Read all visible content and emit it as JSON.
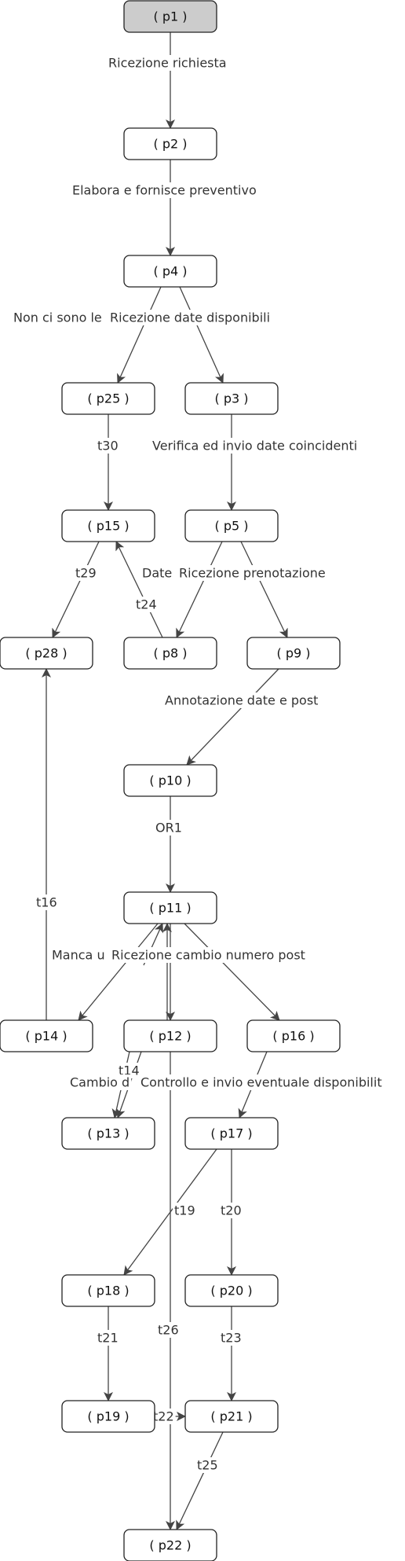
{
  "diagram": {
    "nodes": [
      {
        "id": "p1",
        "label": "( p1 )",
        "start": true
      },
      {
        "id": "p2",
        "label": "( p2 )"
      },
      {
        "id": "p4",
        "label": "( p4 )"
      },
      {
        "id": "p25",
        "label": "( p25 )"
      },
      {
        "id": "p3",
        "label": "( p3 )"
      },
      {
        "id": "p15",
        "label": "( p15 )"
      },
      {
        "id": "p5",
        "label": "( p5 )"
      },
      {
        "id": "p28",
        "label": "( p28 )"
      },
      {
        "id": "p8",
        "label": "( p8 )"
      },
      {
        "id": "p9",
        "label": "( p9 )"
      },
      {
        "id": "p10",
        "label": "( p10 )"
      },
      {
        "id": "p11",
        "label": "( p11 )"
      },
      {
        "id": "p14",
        "label": "( p14 )"
      },
      {
        "id": "p12",
        "label": "( p12 )"
      },
      {
        "id": "p16",
        "label": "( p16 )"
      },
      {
        "id": "p13",
        "label": "( p13 )"
      },
      {
        "id": "p17",
        "label": "( p17 )"
      },
      {
        "id": "p18",
        "label": "( p18 )"
      },
      {
        "id": "p20",
        "label": "( p20 )"
      },
      {
        "id": "p19",
        "label": "( p19 )"
      },
      {
        "id": "p21",
        "label": "( p21 )"
      },
      {
        "id": "p22",
        "label": "( p22 )"
      }
    ],
    "edges": [
      {
        "from": "p1",
        "to": "p2",
        "label": "Ricezione richiesta"
      },
      {
        "from": "p2",
        "to": "p4",
        "label": "Elabora e fornisce preventivo"
      },
      {
        "from": "p4",
        "to": "p25",
        "label": "Non ci sono le"
      },
      {
        "from": "p4",
        "to": "p3",
        "label": "Ricezione date disponibili"
      },
      {
        "from": "p25",
        "to": "p15",
        "label": "t30"
      },
      {
        "from": "p3",
        "to": "p5",
        "label": "Verifica ed invio date coincidenti"
      },
      {
        "from": "p15",
        "to": "p28",
        "label": "t29"
      },
      {
        "from": "p8",
        "to": "p15",
        "label": "t24"
      },
      {
        "from": "p5",
        "to": "p8",
        "label": "Date"
      },
      {
        "from": "p5",
        "to": "p9",
        "label": "Ricezione prenotazione"
      },
      {
        "from": "p9",
        "to": "p10",
        "label": "Annotazione date e post"
      },
      {
        "from": "p10",
        "to": "p11",
        "label": "OR1"
      },
      {
        "from": "p14",
        "to": "p28",
        "label": "t16"
      },
      {
        "from": "p11",
        "to": "p14",
        "label": "Manca u"
      },
      {
        "from": "p11",
        "to": "p16",
        "label": "Ricezione cambio numero post"
      },
      {
        "from": "p11",
        "to": "p12",
        "label": ""
      },
      {
        "from": "p12",
        "to": "p11",
        "label": ""
      },
      {
        "from": "p13",
        "to": "p11",
        "label": ""
      },
      {
        "from": "p12",
        "to": "p13",
        "label": "t14"
      },
      {
        "from": "p12",
        "to": "p13",
        "label": "Cambio d"
      },
      {
        "from": "p16",
        "to": "p17",
        "label": "Controllo e invio eventuale disponibilit"
      },
      {
        "from": "p17",
        "to": "p18",
        "label": "t19"
      },
      {
        "from": "p17",
        "to": "p20",
        "label": "t20"
      },
      {
        "from": "p18",
        "to": "p19",
        "label": "t21"
      },
      {
        "from": "p20",
        "to": "p21",
        "label": "t23"
      },
      {
        "from": "p19",
        "to": "p21",
        "label": "t22"
      },
      {
        "from": "p12",
        "to": "p22",
        "label": "t26"
      },
      {
        "from": "p21",
        "to": "p22",
        "label": "t25"
      }
    ]
  }
}
